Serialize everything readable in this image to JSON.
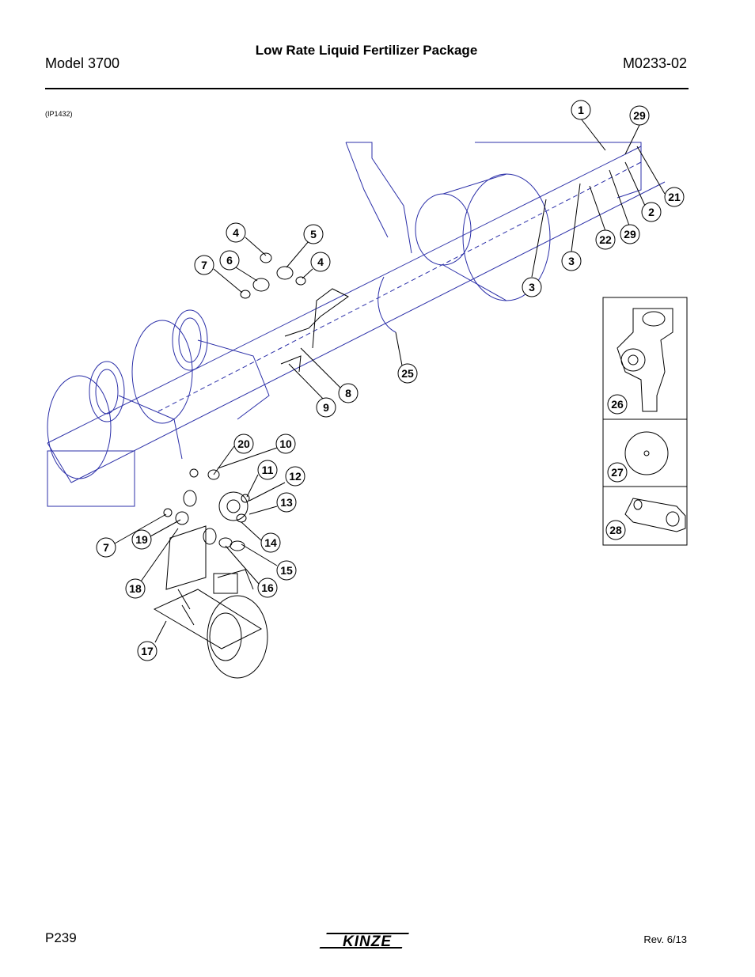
{
  "header": {
    "model": "Model 3700",
    "title": "Low Rate Liquid Fertilizer Package",
    "doc_number": "M0233-02"
  },
  "illustration_ref": "(IP1432)",
  "callouts": [
    "1",
    "29",
    "21",
    "2",
    "29",
    "22",
    "3",
    "3",
    "4",
    "5",
    "6",
    "4",
    "7",
    "8",
    "9",
    "25",
    "20",
    "10",
    "11",
    "12",
    "13",
    "14",
    "15",
    "16",
    "7",
    "19",
    "18",
    "17",
    "26",
    "27",
    "28"
  ],
  "footer": {
    "page": "P239",
    "brand": "KINZE",
    "revision": "Rev. 6/13"
  }
}
